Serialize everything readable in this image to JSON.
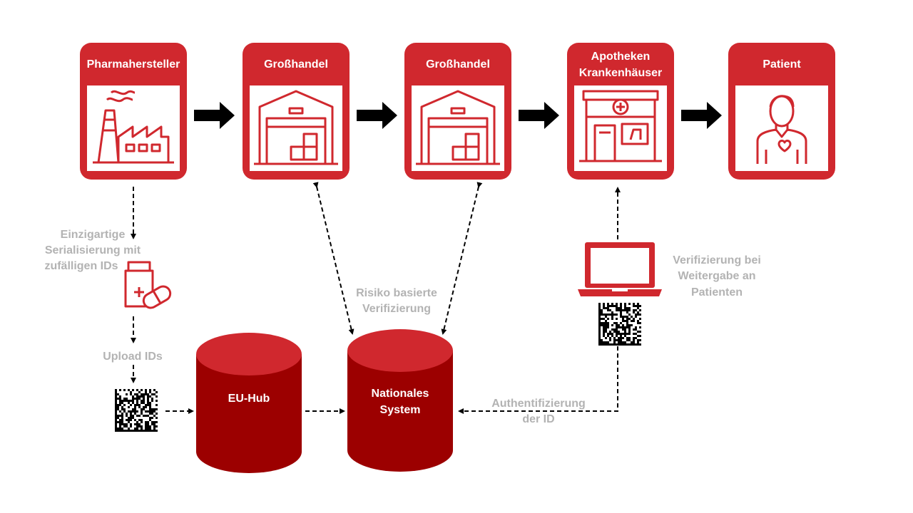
{
  "colors": {
    "red": "#d0282e",
    "dark_red": "#9c0000",
    "grey_text": "#b3b3b3",
    "arrow": "#000000"
  },
  "stages": [
    {
      "line1": "Pharmahersteller",
      "line2": "",
      "icon": "factory-icon"
    },
    {
      "line1": "Großhandel",
      "line2": "",
      "icon": "warehouse-icon"
    },
    {
      "line1": "Großhandel",
      "line2": "",
      "icon": "warehouse-icon"
    },
    {
      "line1": "Apotheken",
      "line2": "Krankenhäuser",
      "icon": "pharmacy-icon"
    },
    {
      "line1": "Patient",
      "line2": "",
      "icon": "patient-icon"
    }
  ],
  "labels": {
    "serialization": [
      "Einzigartige",
      "Serialisierung mit",
      "zufälligen IDs"
    ],
    "upload": "Upload IDs",
    "risk": [
      "Risiko basierte",
      "Verifizierung"
    ],
    "verification": [
      "Verifizierung bei",
      "Weitergabe an",
      "Patienten"
    ],
    "authentication": [
      "Authentifizierung",
      "der ID"
    ]
  },
  "databases": {
    "eu_hub": [
      "EU-Hub"
    ],
    "national": [
      "Nationales",
      "System"
    ]
  }
}
